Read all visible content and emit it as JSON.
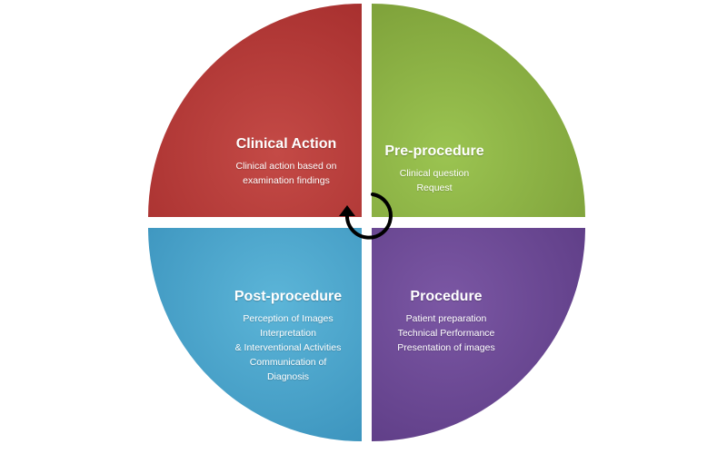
{
  "colors": {
    "clinical_action": "#b43c3a",
    "pre_procedure": "#8fb543",
    "post_procedure": "#4aa7cd",
    "procedure": "#6e4a96",
    "cycle_arrow": "#000000"
  },
  "quadrants": {
    "clinical_action": {
      "title": "Clinical Action",
      "lines": [
        "Clinical action based on",
        "examination findings"
      ]
    },
    "pre_procedure": {
      "title": "Pre-procedure",
      "lines": [
        "Clinical question",
        "Request"
      ]
    },
    "post_procedure": {
      "title": "Post-procedure",
      "lines": [
        "Perception of Images",
        "Interpretation",
        "& Interventional Activities",
        "Communication of",
        "Diagnosis"
      ]
    },
    "procedure": {
      "title": "Procedure",
      "lines": [
        "Patient preparation",
        "Technical Performance",
        "Presentation of images"
      ]
    }
  },
  "center_icon": "circular-arrow-icon"
}
